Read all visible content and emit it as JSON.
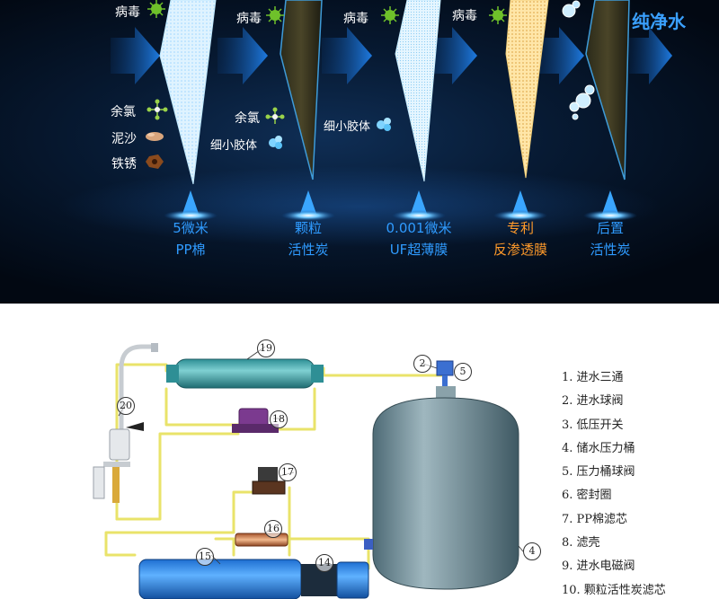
{
  "banner": {
    "virus_label": "病毒",
    "chlorine_label": "余氯",
    "sand_label": "泥沙",
    "rust_label": "铁锈",
    "colloid_label": "细小胶体",
    "pure_water_label": "纯净水",
    "stages": [
      {
        "line1": "5微米",
        "line2": "PP棉",
        "color": "#2f9bff"
      },
      {
        "line1": "颗粒",
        "line2": "活性炭",
        "color": "#2f9bff"
      },
      {
        "line1": "0.001微米",
        "line2": "UF超薄膜",
        "color": "#2f9bff"
      },
      {
        "line1": "专利",
        "line2": "反渗透膜",
        "color": "#ff9a2a"
      },
      {
        "line1": "后置",
        "line2": "活性炭",
        "color": "#2f9bff"
      }
    ]
  },
  "diagram": {
    "legend": [
      "1. 进水三通",
      "2. 进水球阀",
      "3. 低压开关",
      "4. 储水压力桶",
      "5. 压力桶球阀",
      "6. 密封圈",
      "7. PP棉滤芯",
      "8. 滤壳",
      "9. 进水电磁阀",
      "10. 颗粒活性炭滤芯"
    ],
    "callouts": [
      "19",
      "2",
      "5",
      "20",
      "18",
      "17",
      "16",
      "15",
      "14",
      "4"
    ]
  }
}
